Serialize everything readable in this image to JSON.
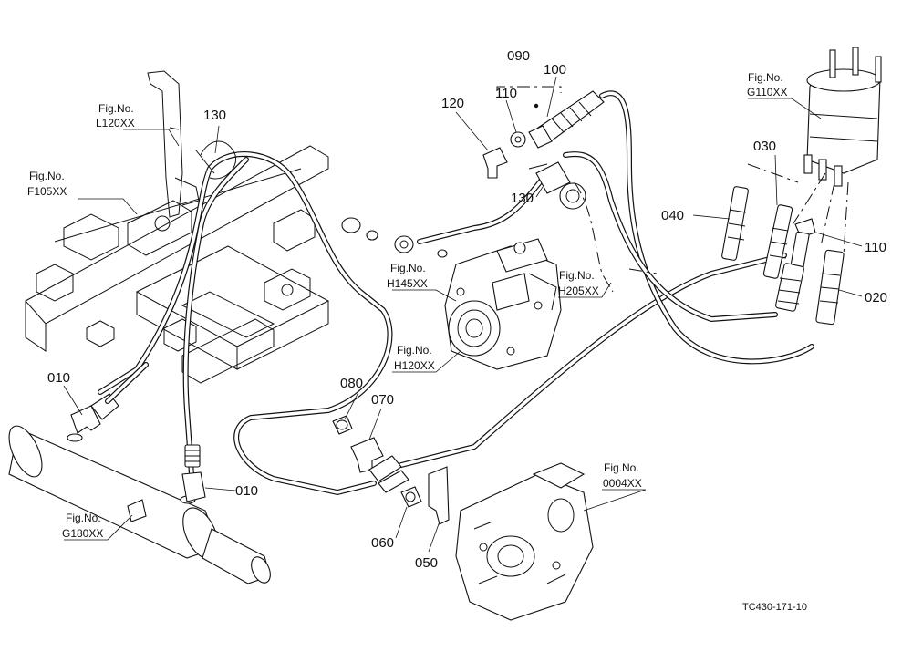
{
  "callouts": {
    "c010a": "010",
    "c010b": "010",
    "c020": "020",
    "c030": "030",
    "c040": "040",
    "c050": "050",
    "c060": "060",
    "c070": "070",
    "c080": "080",
    "c090": "090",
    "c100": "100",
    "c110a": "110",
    "c110b": "110",
    "c120": "120",
    "c130a": "130",
    "c130b": "130"
  },
  "figrefs": {
    "l120": {
      "line1": "Fig.No.",
      "line2": "L120XX"
    },
    "f105": {
      "line1": "Fig.No.",
      "line2": "F105XX"
    },
    "g110": {
      "line1": "Fig.No.",
      "line2": "G110XX"
    },
    "h145": {
      "line1": "Fig.No.",
      "line2": "H145XX"
    },
    "h205": {
      "line1": "Fig.No.",
      "line2": "H205XX"
    },
    "h120": {
      "line1": "Fig.No.",
      "line2": "H120XX"
    },
    "g180": {
      "line1": "Fig.No.",
      "line2": "G180XX"
    },
    "f0004": {
      "line1": "Fig.No.",
      "line2": "0004XX"
    }
  },
  "drawing_code": "TC430-171-10"
}
